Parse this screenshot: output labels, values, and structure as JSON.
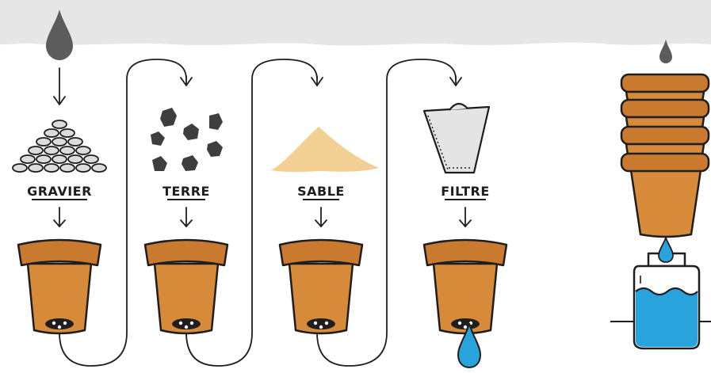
{
  "steps": [
    {
      "label": "GRAVIER",
      "material": "gravel-pile"
    },
    {
      "label": "TERRE",
      "material": "soil-chunks"
    },
    {
      "label": "SABLE",
      "material": "sand-pile"
    },
    {
      "label": "FILTRE",
      "material": "coffee-filter"
    }
  ],
  "icons": {
    "input": "water-drop-icon",
    "output": "water-drop-icon",
    "pot": "clay-pot-icon",
    "jar": "water-jar-icon"
  },
  "colors": {
    "header_band": "#e6e6e6",
    "dirty_drop": "#5c5c5c",
    "clean_water": "#29a3dc",
    "pot_body": "#d78a3a",
    "pot_rim": "#c97a2e",
    "sand": "#f2cf93",
    "filter_paper": "#e4e4e4",
    "gravel": "#dcdcdc",
    "soil": "#3e3e3e",
    "outline": "#1e1e1e"
  }
}
